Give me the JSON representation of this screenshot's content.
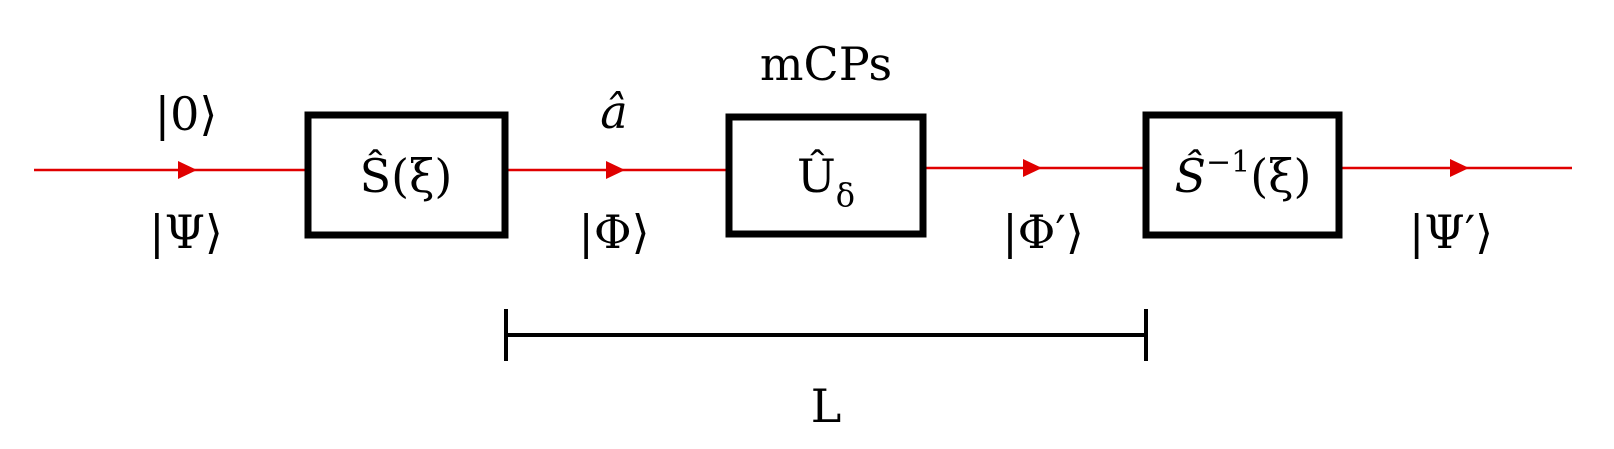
{
  "colors": {
    "beam": "#e00000",
    "stroke": "#000000",
    "text": "#000000",
    "background": "#ffffff"
  },
  "boxes": {
    "squeezer": {
      "label": "Ŝ(ξ)"
    },
    "mcps": {
      "label_base": "Û",
      "label_sub": "δ",
      "title": "mCPs"
    },
    "antisqueezer": {
      "label_base": "Ŝ",
      "label_sup": "−1",
      "label_tail": "(ξ)"
    }
  },
  "states": {
    "vacuum": "|0⟩",
    "psi_in": "|Ψ⟩",
    "operator": "â",
    "phi": "|Φ⟩",
    "phi_prime": "|Φ′⟩",
    "psi_out": "|Ψ′⟩"
  },
  "length": {
    "label": "L"
  }
}
